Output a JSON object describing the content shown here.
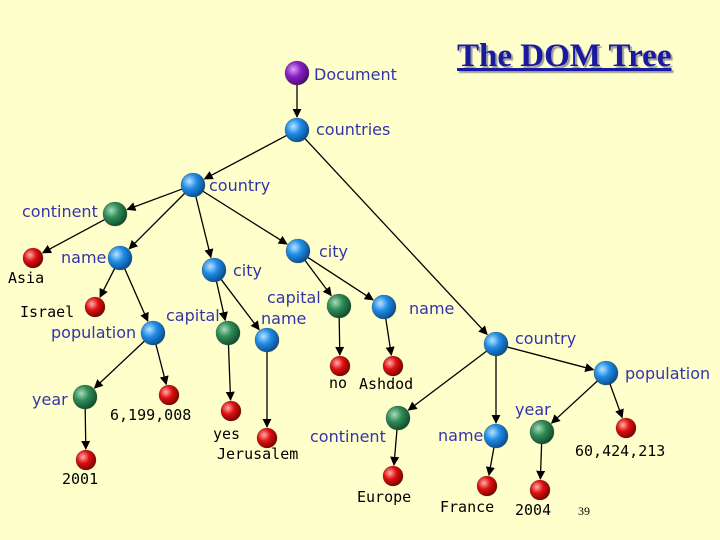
{
  "title": "The DOM Tree",
  "page_number": "39",
  "colors": {
    "background": "#ffffcc",
    "root_node": "#8a1fc4",
    "element_node": "#1f8ce6",
    "attribute_node": "#2e8b57",
    "text_node": "#e01010",
    "element_label": "#3333aa",
    "title": "#1a1aa0"
  },
  "node_types": {
    "document": "root_node",
    "element": "element_node",
    "attribute": "attribute_node",
    "text": "text_node"
  },
  "labels": {
    "document": "Document",
    "countries": "countries",
    "country1": "country",
    "continent1": "continent",
    "name1": "name",
    "asia": "Asia",
    "city1": "city",
    "city2": "city",
    "israel": "Israel",
    "population1": "population",
    "capital1": "capital",
    "capital2": "capital",
    "name2": "name",
    "name3": "name",
    "country2": "country",
    "population2": "population",
    "no": "no",
    "ashdod": "Ashdod",
    "year1": "year",
    "pop_val1": "6,199,008",
    "yes": "yes",
    "jerusalem": "Jerusalem",
    "continent2": "continent",
    "name4": "name",
    "year2": "year",
    "pop_val2": "60,424,213",
    "year_val1": "2001",
    "europe": "Europe",
    "france": "France",
    "year_val2": "2004"
  }
}
